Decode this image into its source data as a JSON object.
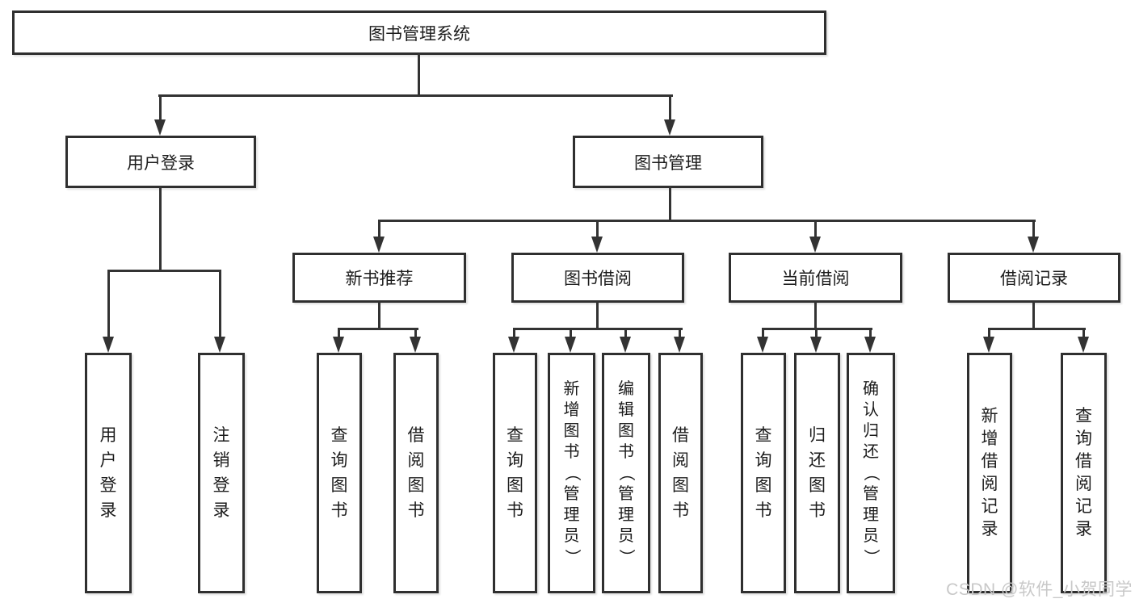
{
  "tree": {
    "root": "图书管理系统",
    "branches": [
      {
        "label": "用户登录",
        "leaves": [
          "用户登录",
          "注销登录"
        ]
      },
      {
        "label": "图书管理",
        "groups": [
          {
            "label": "新书推荐",
            "leaves": [
              "查询图书",
              "借阅图书"
            ]
          },
          {
            "label": "图书借阅",
            "leaves": [
              "查询图书",
              "新增图书（管理员）",
              "编辑图书（管理员）",
              "借阅图书"
            ]
          },
          {
            "label": "当前借阅",
            "leaves": [
              "查询图书",
              "归还图书",
              "确认归还（管理员）"
            ]
          },
          {
            "label": "借阅记录",
            "leaves": [
              "新增借阅记录",
              "查询借阅记录"
            ]
          }
        ]
      }
    ]
  },
  "watermark": "CSDN @软件_小贺同学",
  "colors": {
    "line": "#333333",
    "box_border": "#2f2f2f",
    "box_background": "#ffffff",
    "text": "#1c1c1c",
    "watermark": "#c8c8c8"
  }
}
